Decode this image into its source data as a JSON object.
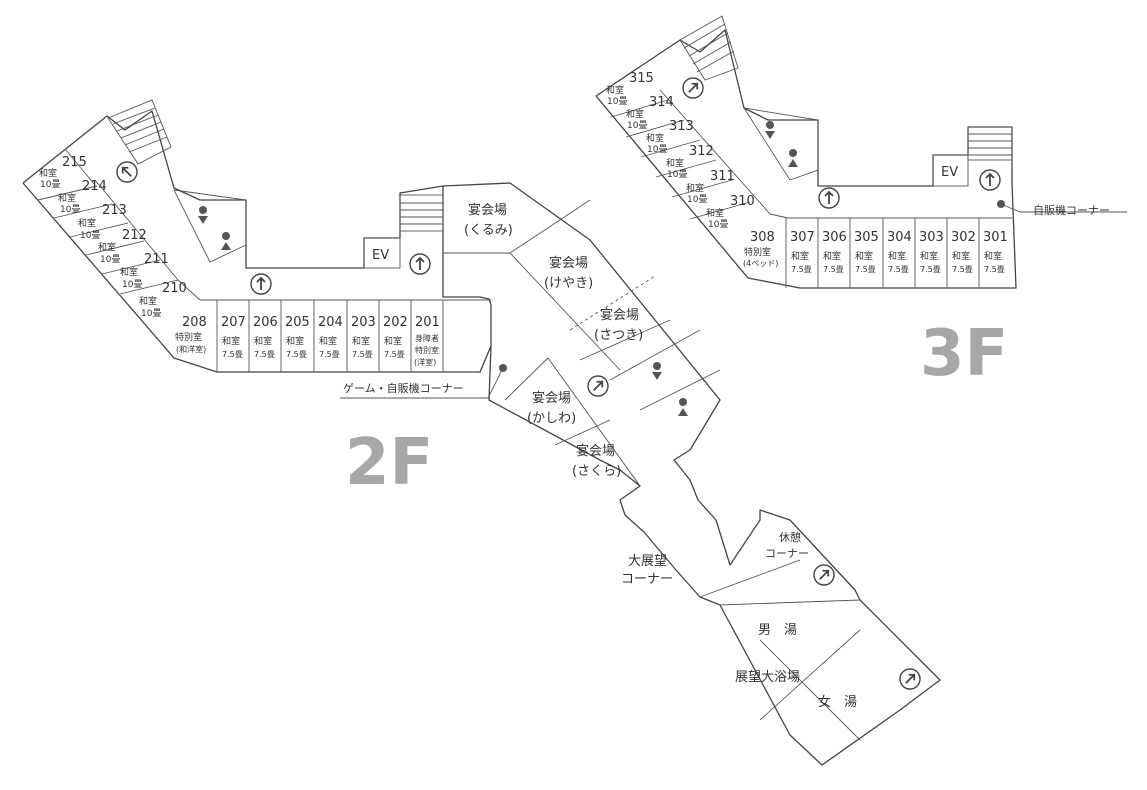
{
  "floors": {
    "f2": {
      "label": "2F",
      "wing_rooms": [
        {
          "num": "215",
          "type": "和室",
          "size": "10畳"
        },
        {
          "num": "214",
          "type": "和室",
          "size": "10畳"
        },
        {
          "num": "213",
          "type": "和室",
          "size": "10畳"
        },
        {
          "num": "212",
          "type": "和室",
          "size": "10畳"
        },
        {
          "num": "211",
          "type": "和室",
          "size": "10畳"
        },
        {
          "num": "210",
          "type": "和室",
          "size": "10畳"
        }
      ],
      "row_rooms": [
        {
          "num": "208",
          "l1": "特別室",
          "l2": "(和洋室)"
        },
        {
          "num": "207",
          "l1": "和室",
          "l2": "7.5畳"
        },
        {
          "num": "206",
          "l1": "和室",
          "l2": "7.5畳"
        },
        {
          "num": "205",
          "l1": "和室",
          "l2": "7.5畳"
        },
        {
          "num": "204",
          "l1": "和室",
          "l2": "7.5畳"
        },
        {
          "num": "203",
          "l1": "和室",
          "l2": "7.5畳"
        },
        {
          "num": "202",
          "l1": "和室",
          "l2": "7.5畳"
        },
        {
          "num": "201",
          "l1": "身障者",
          "l2": "特別室",
          "l3": "(洋室)"
        }
      ],
      "ev": "EV",
      "vending_label": "ゲーム・自販機コーナー",
      "halls": [
        {
          "name": "宴会場",
          "sub": "(くるみ)"
        },
        {
          "name": "宴会場",
          "sub": "(けやき)"
        },
        {
          "name": "宴会場",
          "sub": "(さつき)"
        },
        {
          "name": "宴会場",
          "sub": "(かしわ)"
        },
        {
          "name": "宴会場",
          "sub": "(さくら)"
        }
      ],
      "lounge": {
        "l1": "大展望",
        "l2": "コーナー"
      },
      "rest": {
        "l1": "休憩",
        "l2": "コーナー"
      },
      "bath": {
        "title": "展望大浴場",
        "men": "男　湯",
        "women": "女　湯"
      }
    },
    "f3": {
      "label": "3F",
      "wing_rooms": [
        {
          "num": "315",
          "type": "和室",
          "size": "10畳"
        },
        {
          "num": "314",
          "type": "和室",
          "size": "10畳"
        },
        {
          "num": "313",
          "type": "和室",
          "size": "10畳"
        },
        {
          "num": "312",
          "type": "和室",
          "size": "10畳"
        },
        {
          "num": "311",
          "type": "和室",
          "size": "10畳"
        },
        {
          "num": "310",
          "type": "和室",
          "size": "10畳"
        }
      ],
      "row_rooms": [
        {
          "num": "308",
          "l1": "特別室",
          "l2": "(4ベッド)"
        },
        {
          "num": "307",
          "l1": "和室",
          "l2": "7.5畳"
        },
        {
          "num": "306",
          "l1": "和室",
          "l2": "7.5畳"
        },
        {
          "num": "305",
          "l1": "和室",
          "l2": "7.5畳"
        },
        {
          "num": "304",
          "l1": "和室",
          "l2": "7.5畳"
        },
        {
          "num": "303",
          "l1": "和室",
          "l2": "7.5畳"
        },
        {
          "num": "302",
          "l1": "和室",
          "l2": "7.5畳"
        },
        {
          "num": "301",
          "l1": "和室",
          "l2": "7.5畳"
        }
      ],
      "ev": "EV",
      "vending_label": "自販機コーナー"
    }
  },
  "colors": {
    "wall": "#444444",
    "floor_label": "#a7a7a7"
  }
}
